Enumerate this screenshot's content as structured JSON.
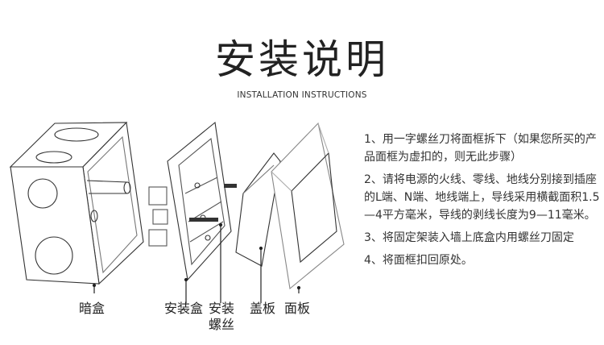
{
  "header": {
    "title": "安装说明",
    "subtitle": "INSTALLATION INSTRUCTIONS"
  },
  "steps": [
    "1、用一字螺丝刀将面框拆下（如果您所买的产品面框为虚扣的，则无此步骤）",
    "2、请将电源的火线、零线、地线分别接到插座的L端、N端、地线端上，导线采用横截面积1.5—4平方毫米，导线的剥线长度为9—11毫米。",
    "3、将固定架装入墙上底盒内用螺丝刀固定",
    "4、将面框扣回原处。"
  ],
  "diagram_labels": {
    "back_box": "暗盒",
    "mounting_box": "安装盒",
    "mounting_screw_line1": "安装",
    "mounting_screw_line2": "螺丝",
    "cover_plate": "盖板",
    "face_panel": "面板"
  }
}
